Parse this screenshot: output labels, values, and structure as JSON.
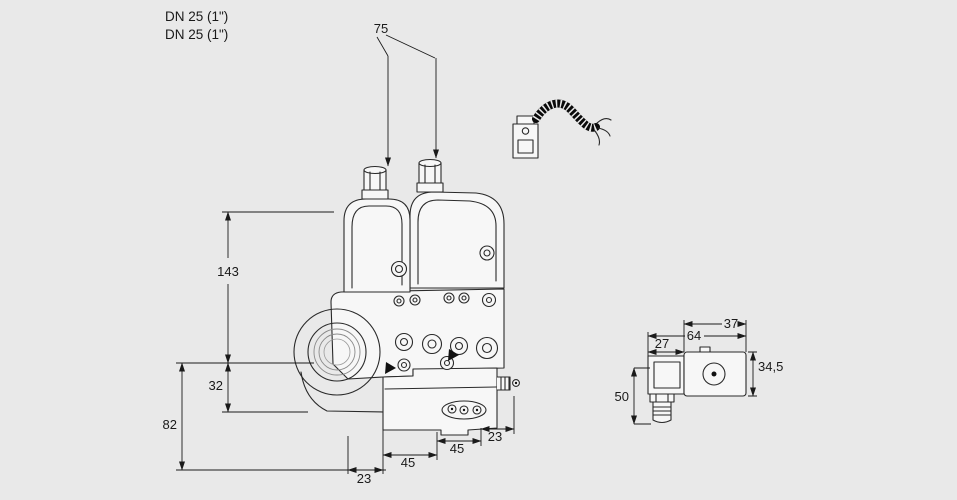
{
  "colors": {
    "background": "#e9e9e9",
    "line": "#1a1a1a"
  },
  "header": {
    "line1": "DN 25 (1\")",
    "line2": "DN 25 (1\")"
  },
  "main_valve": {
    "dims": {
      "top_center_distance": "75",
      "top_to_axis_height": "143",
      "axis_to_body_bottom": "32",
      "axis_to_base_height": "82",
      "bottom_left_width": "23",
      "bottom_mid_left_width": "45",
      "bottom_mid_right_width": "45",
      "bottom_right_width": "23"
    }
  },
  "solenoid_detail": {
    "dims": {
      "connector_width": "27",
      "total_length": "64",
      "coil_width": "37",
      "coil_height": "34,5",
      "total_height": "50"
    }
  }
}
